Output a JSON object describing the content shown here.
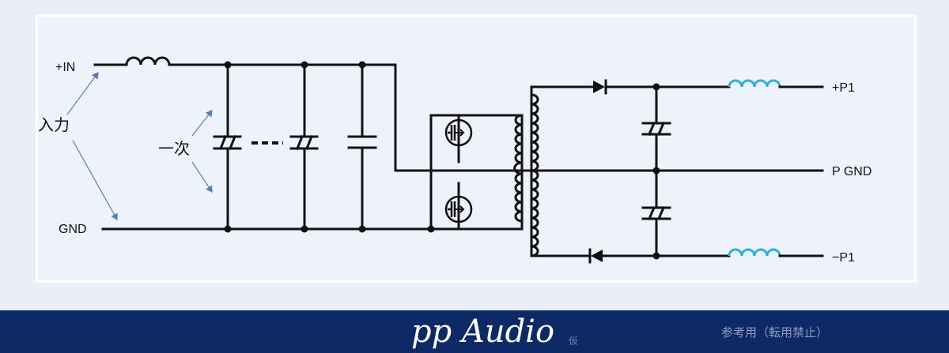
{
  "input": {
    "plus_in": "+IN",
    "gnd": "GND",
    "label": "入力",
    "primary_label": "一次"
  },
  "output": {
    "plus_p1": "+P1",
    "p_gnd": "P GND",
    "minus_p1": "−P1"
  },
  "footer": {
    "brand": "pp Audio",
    "brand_mark": "仮",
    "note": "参考用（転用禁止）"
  },
  "colors": {
    "background": "#e9eef7",
    "panel_border": "#ffffff",
    "wire": "#111111",
    "output_inductor": "#2fb0d8",
    "arrow": "#5c7fb0",
    "footer": "#0d2a66"
  }
}
